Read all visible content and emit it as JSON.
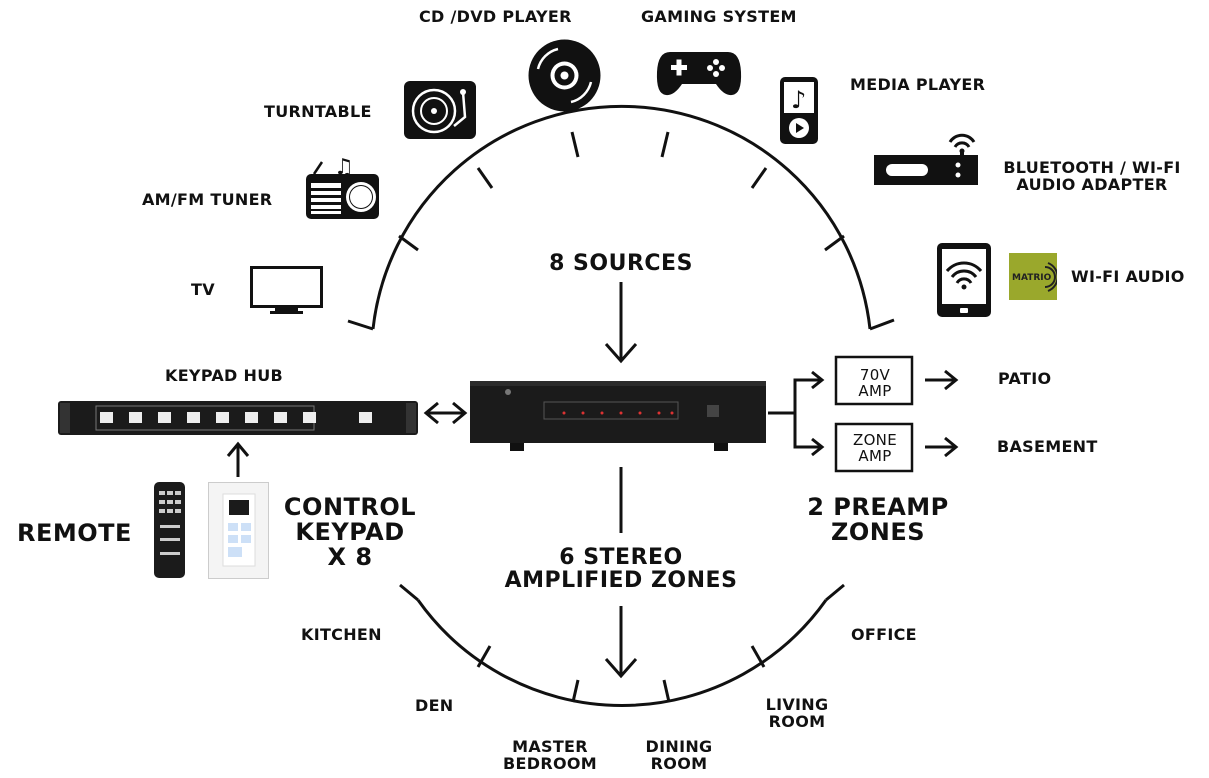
{
  "sources": {
    "title": "8 SOURCES",
    "cd_dvd": "CD /DVD PLAYER",
    "gaming": "GAMING SYSTEM",
    "media_player": "MEDIA PLAYER",
    "bt_wifi": [
      "BLUETOOTH / WI-FI",
      "AUDIO ADAPTER"
    ],
    "wifi_audio": "WI-FI AUDIO",
    "turntable": "TURNTABLE",
    "am_fm": "AM/FM TUNER",
    "tv": "TV"
  },
  "control": {
    "keypad_hub": "KEYPAD HUB",
    "remote": "REMOTE",
    "control_keypad": [
      "CONTROL",
      "KEYPAD",
      "X 8"
    ]
  },
  "preamp": {
    "title": [
      "2 PREAMP",
      "ZONES"
    ],
    "amp_70v": [
      "70V",
      "AMP"
    ],
    "zone_amp": [
      "ZONE",
      "AMP"
    ],
    "patio": "PATIO",
    "basement": "BASEMENT"
  },
  "zones": {
    "title": [
      "6 STEREO",
      "AMPLIFIED ZONES"
    ],
    "kitchen": "KITCHEN",
    "den": "DEN",
    "master_bedroom": [
      "MASTER",
      "BEDROOM"
    ],
    "dining_room": [
      "DINING",
      "ROOM"
    ],
    "living_room": [
      "LIVING",
      "ROOM"
    ],
    "office": "OFFICE"
  },
  "badge": {
    "matrio": "MATRIO"
  },
  "colors": {
    "ink": "#111111",
    "matrio_bg": "#9aa82c",
    "device": "#1b1b1b"
  }
}
